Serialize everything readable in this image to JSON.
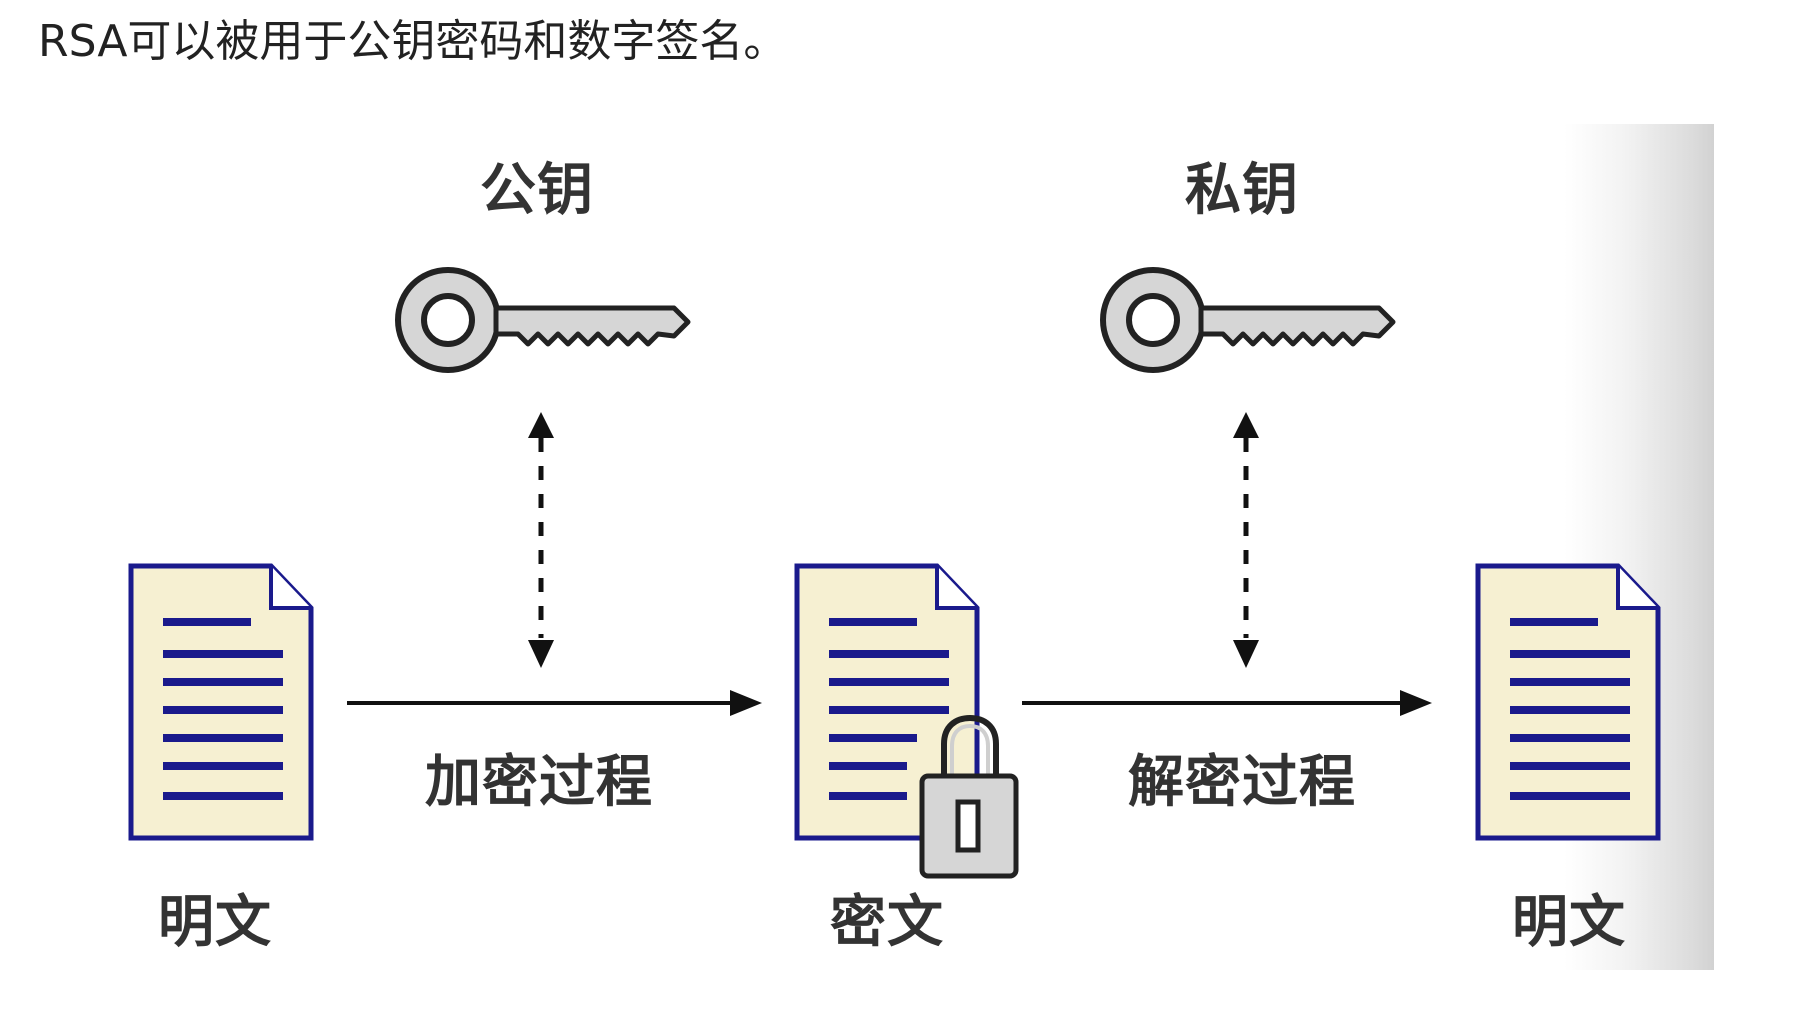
{
  "intro_text": "RSA可以被用于公钥密码和数字签名。",
  "labels": {
    "public_key": "公钥",
    "private_key": "私钥",
    "encrypt_process": "加密过程",
    "decrypt_process": "解密过程",
    "plaintext_left": "明文",
    "ciphertext": "密文",
    "plaintext_right": "明文"
  },
  "icons": {
    "public_key": "key-icon",
    "private_key": "key-icon",
    "plaintext_left": "document-icon",
    "ciphertext": "locked-document-icon",
    "plaintext_right": "document-icon",
    "lock": "padlock-icon"
  },
  "colors": {
    "text": "#222222",
    "doc_fill": "#f6f0d2",
    "doc_lines": "#1a1a8c",
    "key_fill": "#d9d9d9",
    "arrow": "#111111"
  }
}
